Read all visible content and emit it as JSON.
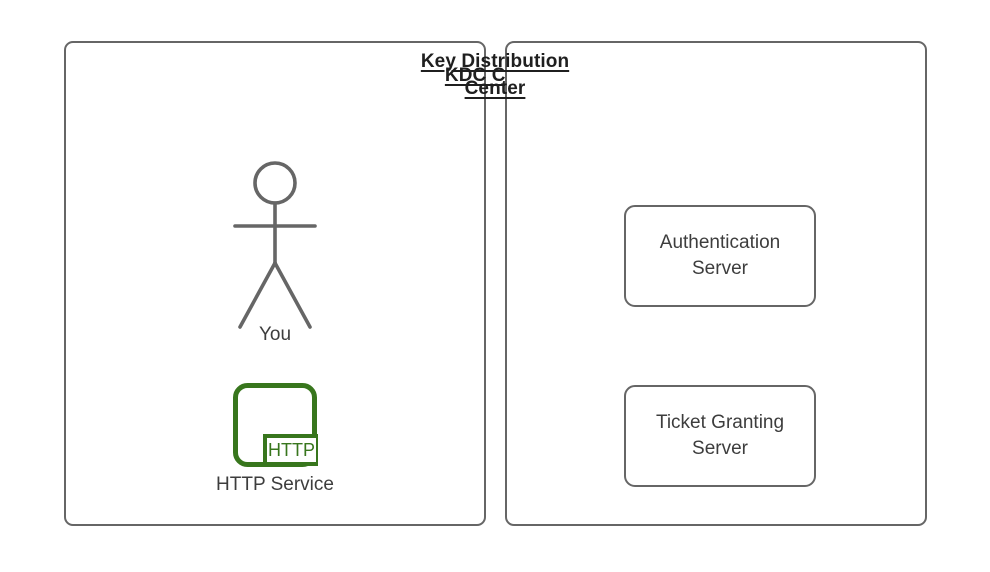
{
  "diagram": {
    "title_not_shown": "",
    "colors": {
      "stroke": "#666666",
      "text": "#3d3d3d",
      "title_text": "#1f1f1f",
      "accent_green": "#38761d",
      "background": "#ffffff"
    },
    "panels": [
      {
        "id": "kdc-client",
        "title": "KDC Client",
        "nodes": [
          {
            "id": "you",
            "type": "actor",
            "icon": "stick-figure-icon",
            "label": "You"
          },
          {
            "id": "http-service",
            "type": "service",
            "icon": "http-service-icon",
            "badge_text": "HTTP",
            "label": "HTTP Service"
          }
        ]
      },
      {
        "id": "key-distribution-center",
        "title_lines": [
          "Key Distribution",
          "Center"
        ],
        "title": "Key Distribution Center",
        "nodes": [
          {
            "id": "authentication-server",
            "type": "box",
            "label": "Authentication\nServer"
          },
          {
            "id": "ticket-granting-server",
            "type": "box",
            "label": "Ticket Granting\nServer"
          }
        ]
      }
    ]
  }
}
